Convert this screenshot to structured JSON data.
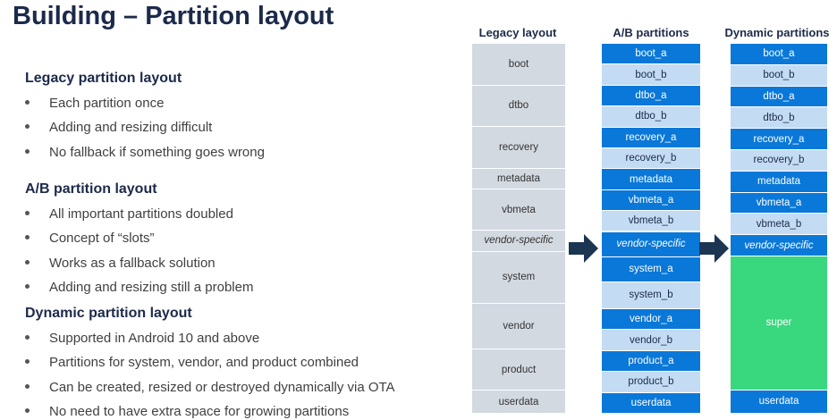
{
  "title": "Building – Partition layout",
  "sections": [
    {
      "heading": "Legacy partition layout",
      "bullets": [
        "Each partition once",
        "Adding and resizing difficult",
        "No fallback if something goes wrong"
      ]
    },
    {
      "heading": "A/B partition layout",
      "bullets": [
        "All important partitions doubled",
        "Concept of “slots”",
        "Works as a fallback solution",
        "Adding and resizing still a problem"
      ]
    },
    {
      "heading": "Dynamic partition layout",
      "bullets": [
        "Supported in Android 10 and above",
        "Partitions for system, vendor, and product combined",
        "Can be created, resized or destroyed dynamically via OTA",
        "No need to have extra space for growing partitions"
      ]
    }
  ],
  "columns": {
    "legacy": {
      "heading": "Legacy layout",
      "cells": [
        {
          "label": "boot",
          "size": 2,
          "style": "gray"
        },
        {
          "label": "dtbo",
          "size": 2,
          "style": "gray"
        },
        {
          "label": "recovery",
          "size": 2,
          "style": "gray"
        },
        {
          "label": "metadata",
          "size": 1,
          "style": "gray"
        },
        {
          "label": "vbmeta",
          "size": 2,
          "style": "gray"
        },
        {
          "label": "vendor-specific",
          "size": 1,
          "style": "gray",
          "italic": true
        },
        {
          "label": "system",
          "size": 2.5,
          "style": "gray"
        },
        {
          "label": "vendor",
          "size": 2.2,
          "style": "gray"
        },
        {
          "label": "product",
          "size": 2,
          "style": "gray"
        },
        {
          "label": "userdata",
          "size": 1.1,
          "style": "gray"
        }
      ]
    },
    "ab": {
      "heading": "A/B partitions",
      "cells": [
        {
          "label": "boot_a",
          "size": 1,
          "style": "dark"
        },
        {
          "label": "boot_b",
          "size": 1,
          "style": "light"
        },
        {
          "label": "dtbo_a",
          "size": 1,
          "style": "dark"
        },
        {
          "label": "dtbo_b",
          "size": 1,
          "style": "light"
        },
        {
          "label": "recovery_a",
          "size": 1,
          "style": "dark"
        },
        {
          "label": "recovery_b",
          "size": 1,
          "style": "light"
        },
        {
          "label": "metadata",
          "size": 1,
          "style": "dark"
        },
        {
          "label": "vbmeta_a",
          "size": 1,
          "style": "dark"
        },
        {
          "label": "vbmeta_b",
          "size": 1,
          "style": "light"
        },
        {
          "label": "vendor-specific",
          "size": 1.2,
          "style": "dark",
          "italic": true
        },
        {
          "label": "system_a",
          "size": 1.2,
          "style": "dark"
        },
        {
          "label": "system_b",
          "size": 1.3,
          "style": "light"
        },
        {
          "label": "vendor_a",
          "size": 1,
          "style": "dark"
        },
        {
          "label": "vendor_b",
          "size": 1,
          "style": "light"
        },
        {
          "label": "product_a",
          "size": 1,
          "style": "dark"
        },
        {
          "label": "product_b",
          "size": 1,
          "style": "light"
        },
        {
          "label": "userdata",
          "size": 1,
          "style": "dark"
        }
      ]
    },
    "dynamic": {
      "heading": "Dynamic partitions",
      "cells": [
        {
          "label": "boot_a",
          "size": 1,
          "style": "dark"
        },
        {
          "label": "boot_b",
          "size": 1,
          "style": "light"
        },
        {
          "label": "dtbo_a",
          "size": 1,
          "style": "dark"
        },
        {
          "label": "dtbo_b",
          "size": 1,
          "style": "light"
        },
        {
          "label": "recovery_a",
          "size": 1,
          "style": "dark"
        },
        {
          "label": "recovery_b",
          "size": 1,
          "style": "light"
        },
        {
          "label": "metadata",
          "size": 1,
          "style": "dark"
        },
        {
          "label": "vbmeta_a",
          "size": 1,
          "style": "dark"
        },
        {
          "label": "vbmeta_b",
          "size": 1,
          "style": "light"
        },
        {
          "label": "vendor-specific",
          "size": 1,
          "style": "dark",
          "italic": true
        },
        {
          "label": "super",
          "size": 6.3,
          "style": "green"
        },
        {
          "label": "userdata",
          "size": 1.1,
          "style": "dark"
        }
      ]
    }
  },
  "colors": {
    "dark_blue": "#0a78d8",
    "light_blue": "#c3dcf4",
    "gray": "#d3d9e1",
    "green": "#3ad87e",
    "title_navy": "#1c2a4a"
  },
  "icons": [
    "right-arrow-icon",
    "right-arrow-icon"
  ]
}
